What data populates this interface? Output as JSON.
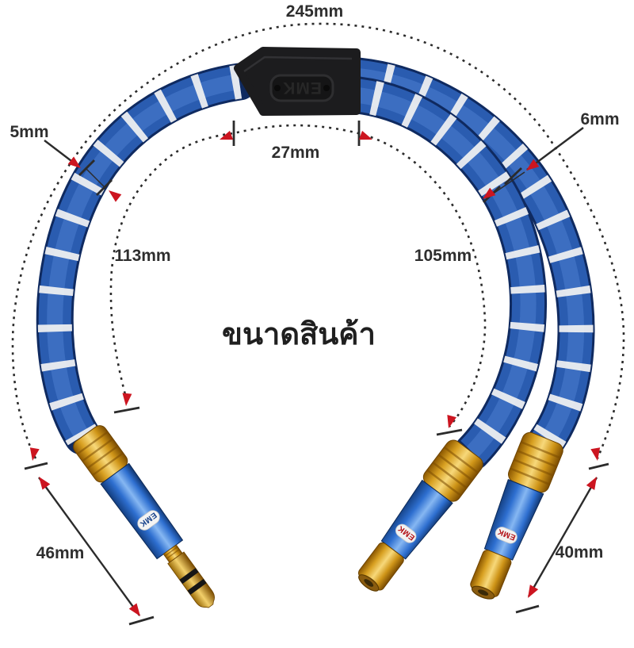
{
  "title": {
    "text": "ขนาดสินค้า"
  },
  "brand": {
    "name": "EMK"
  },
  "annotations": {
    "total_length": {
      "label": "245mm"
    },
    "splitter_span": {
      "label": "27mm"
    },
    "single_cable_diameter": {
      "label": "5mm"
    },
    "double_cable_diameter": {
      "label": "6mm"
    },
    "left_inner_length": {
      "label": "113mm"
    },
    "right_inner_length": {
      "label": "105mm"
    },
    "jack_connector_length": {
      "label": "46mm"
    },
    "rca_connector_length": {
      "label": "40mm"
    }
  },
  "colors": {
    "background": "#ffffff",
    "annotation_red": "#cc1520",
    "annotation_line": "#2b2b2b",
    "cable_edge_navy": "#0f2a60",
    "cable_blue": "#2a5cb0",
    "cable_highlight": "#4b7ed0",
    "braid_white": "#f2f2f2",
    "gold": "#d8a021",
    "connector_blue": "#2e6fd0",
    "splitter_black": "#1c1c1e",
    "logo_red": "#b31217",
    "logo_navy": "#15408a"
  }
}
